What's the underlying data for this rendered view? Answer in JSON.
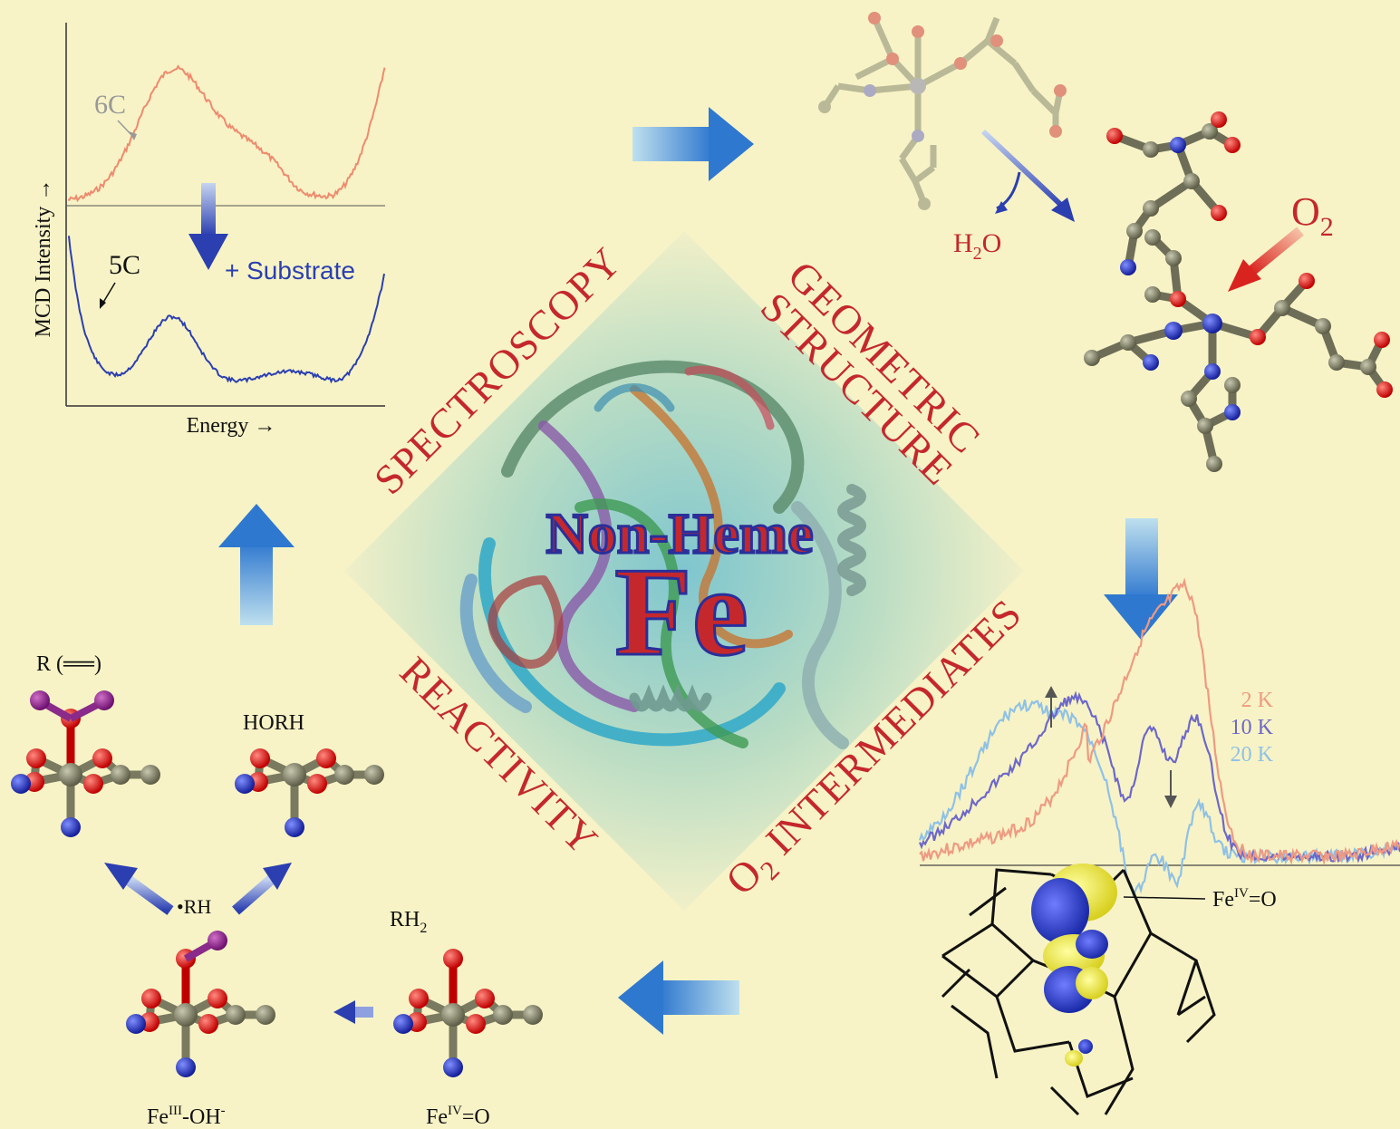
{
  "labels": {
    "spectroscopy": "SPECTROSCOPY",
    "geometric": "GEOMETRIC",
    "structure": "STRUCTURE",
    "reactivity": "REACTIVITY",
    "o2_prefix": "O",
    "o2_sub": "2",
    "intermediates": " INTERMEDIATES",
    "non_heme": "Non-Heme",
    "fe": "Fe"
  },
  "mcd": {
    "ylabel": "MCD Intensity →",
    "xlabel": "Energy →",
    "label_6c": "6C",
    "label_5c": "5C",
    "substrate": "+ Substrate"
  },
  "structure": {
    "h2o_h": "H",
    "h2o_sub": "2",
    "h2o_o": "O",
    "o2_o": "O",
    "o2_sub": "2"
  },
  "intermediates": {
    "temps": [
      "2 K",
      "10 K",
      "20 K"
    ],
    "fe_iv_o_fe": "Fe",
    "fe_iv_o_sup": "IV",
    "fe_iv_o_rest": "=O"
  },
  "reactivity": {
    "r_label": "R (══)",
    "horh": "HORH",
    "rh": "•RH",
    "rh2_rh": "RH",
    "rh2_sub": "2",
    "fe3_fe": "Fe",
    "fe3_sup": "III",
    "fe3_rest": "-OH",
    "fe3_minus": "-",
    "fe4_fe": "Fe",
    "fe4_sup": "IV",
    "fe4_rest": "=O"
  },
  "colors": {
    "background": "#f7f3c6",
    "red_label": "#c4282c",
    "spectrum_6c": "#ef8a6e",
    "spectrum_5c": "#2b3fb0",
    "arrow_blue": "#3a7fd0",
    "temp_2k": "#ef9a82",
    "temp_10k": "#6d68c9",
    "temp_20k": "#8fc1e6"
  }
}
